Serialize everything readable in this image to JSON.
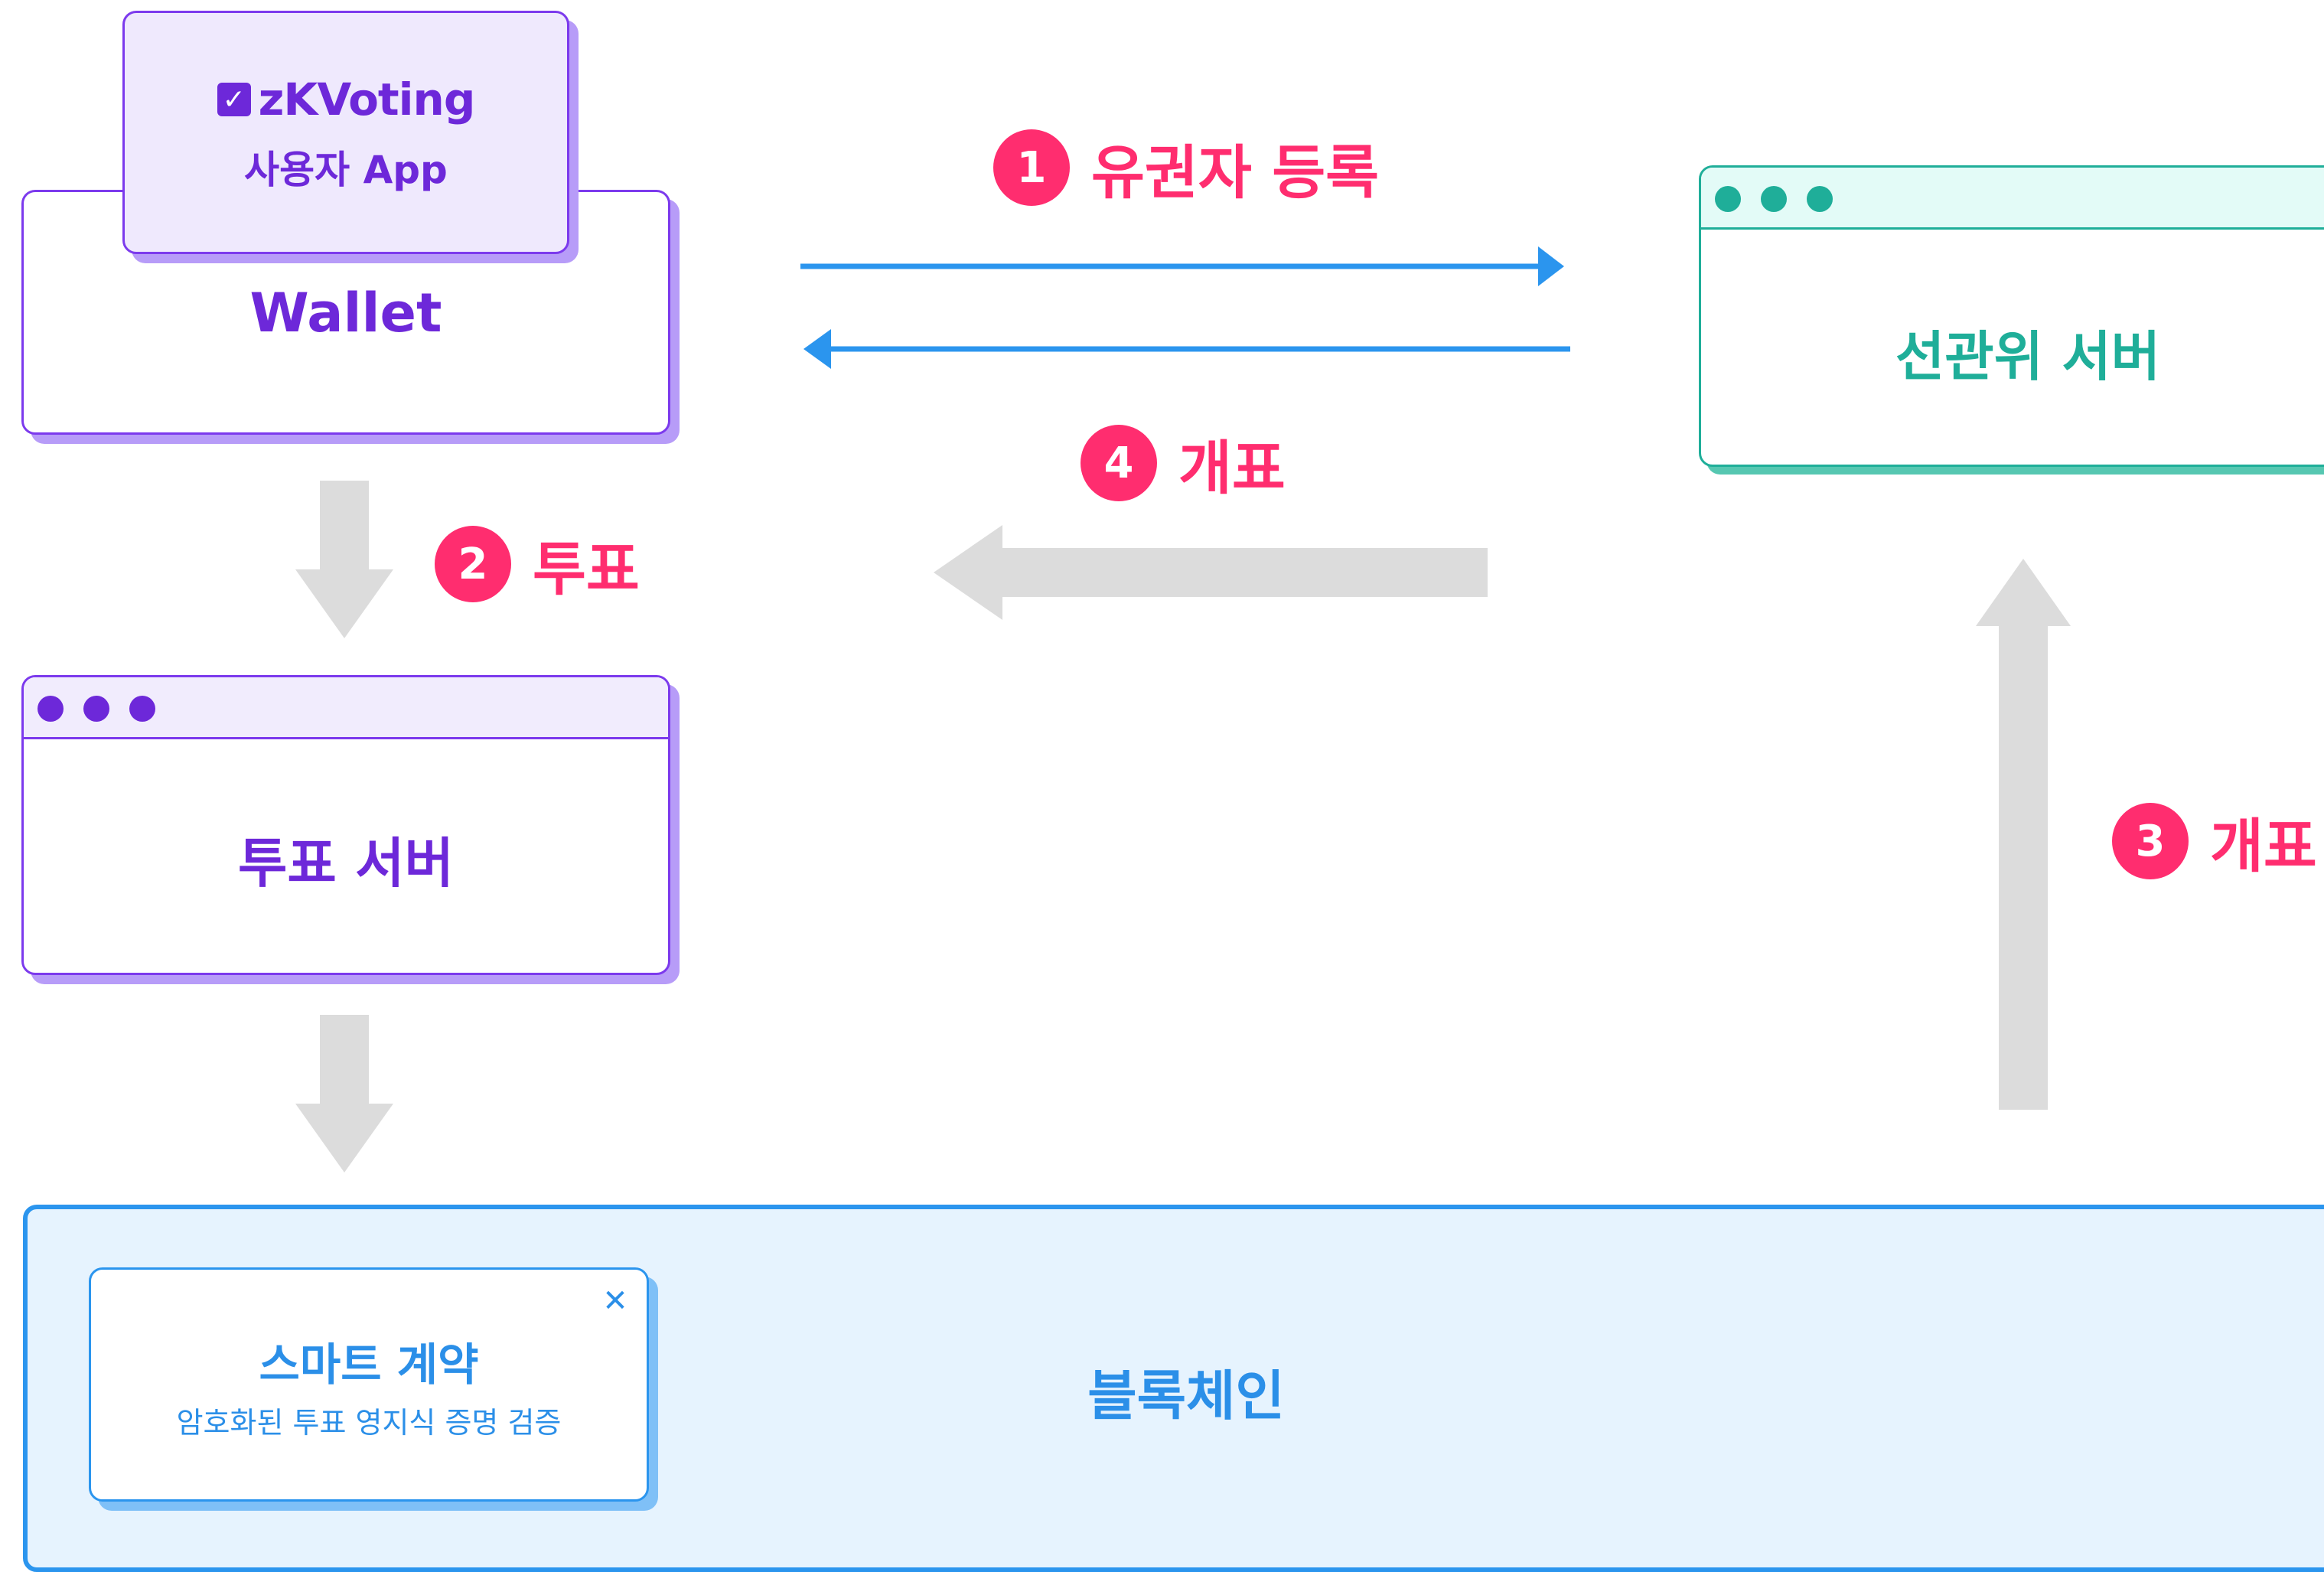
{
  "wallet": {
    "app_logo_text": "zKVoting",
    "app_subtitle": "사용자 App",
    "label": "Wallet"
  },
  "vote_server": {
    "label": "투표 서버"
  },
  "committee_server": {
    "label": "선관위 서버"
  },
  "blockchain": {
    "label": "블록체인",
    "smart_contract": {
      "title": "스마트 계약",
      "description": "암호화된 투표 영지식 증명 검증"
    }
  },
  "steps": [
    {
      "number": "1",
      "label": "유권자 등록"
    },
    {
      "number": "2",
      "label": "투표"
    },
    {
      "number": "3",
      "label": "개표"
    },
    {
      "number": "4",
      "label": "개표"
    }
  ],
  "colors": {
    "purple": "#6d28d9",
    "teal": "#1fae99",
    "blue": "#2b95ee",
    "pink": "#ff2d6f",
    "arrow_gray": "#dcdcdc"
  },
  "icons": {
    "logo": "check-square-icon",
    "window_controls": "window-dots-icon",
    "close": "close-icon"
  }
}
